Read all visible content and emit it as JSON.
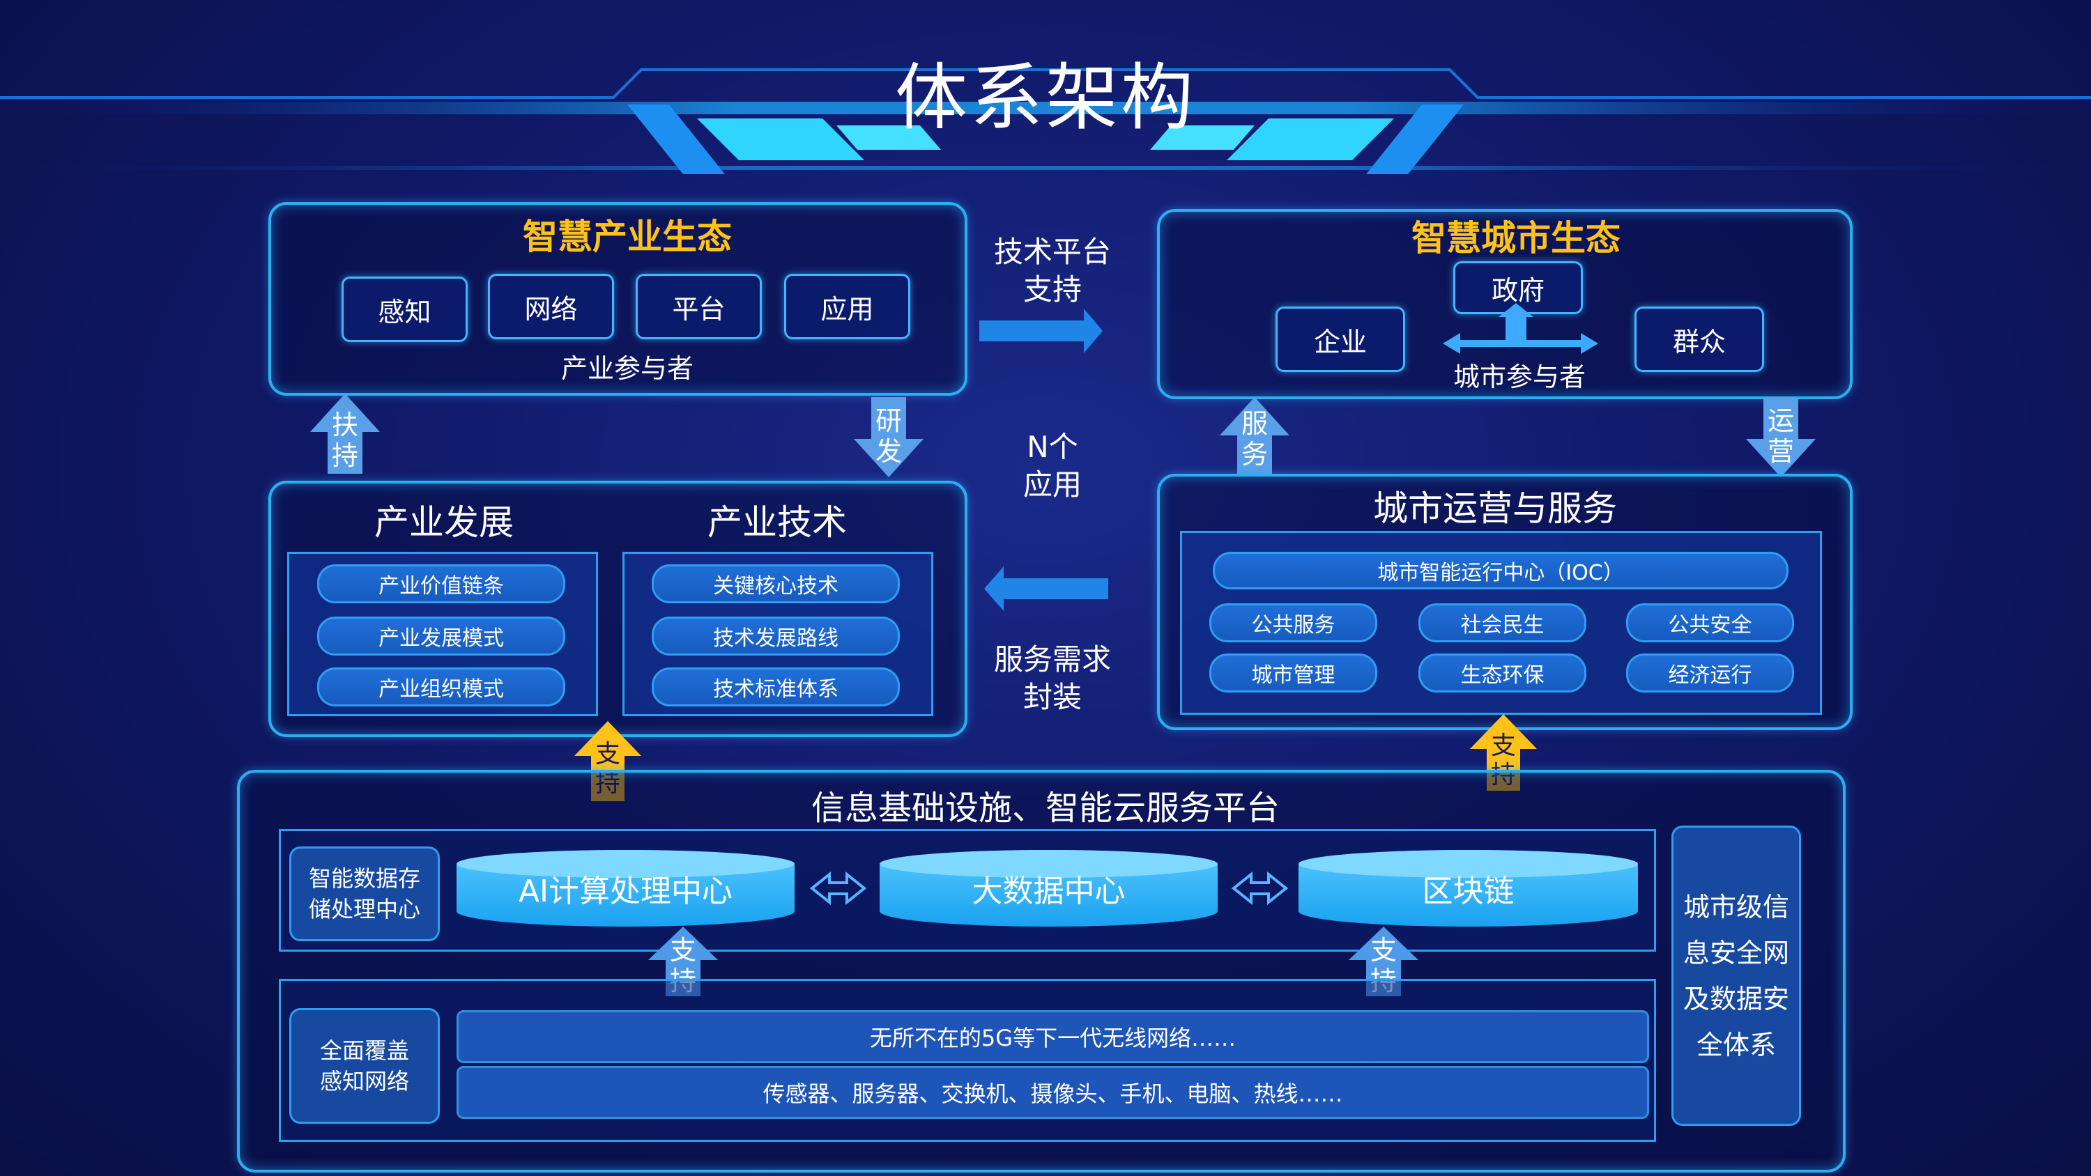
{
  "page_title": "体系架构",
  "industry_ecosystem": {
    "title": "智慧产业生态",
    "chips": [
      "感知",
      "网络",
      "平台",
      "应用"
    ],
    "caption": "产业参与者"
  },
  "city_ecosystem": {
    "title": "智慧城市生态",
    "government": "政府",
    "enterprise": "企业",
    "public": "群众",
    "caption": "城市参与者"
  },
  "middle_notes": {
    "tech_support": "技术平台\n支持",
    "n_apps": "N个\n应用",
    "service_demand": "服务需求\n封装"
  },
  "arrows": {
    "support_top_left": "扶\n持",
    "rd": "研\n发",
    "service": "服\n务",
    "operate": "运\n营",
    "support_left": "支\n持",
    "support_right": "支\n持",
    "support_ai": "支\n持",
    "support_chain": "支\n持"
  },
  "industry_block": {
    "dev_title": "产业发展",
    "tech_title": "产业技术",
    "dev_items": [
      "产业价值链条",
      "产业发展模式",
      "产业组织模式"
    ],
    "tech_items": [
      "关键核心技术",
      "技术发展路线",
      "技术标准体系"
    ]
  },
  "city_ops": {
    "title": "城市运营与服务",
    "ioc": "城市智能运行中心（IOC）",
    "cols": [
      [
        "公共服务",
        "城市管理"
      ],
      [
        "社会民生",
        "生态环保"
      ],
      [
        "公共安全",
        "经济运行"
      ]
    ]
  },
  "infra": {
    "title": "信息基础设施、智能云服务平台",
    "storage": "智能数据存\n储处理中心",
    "ai_center": "AI计算处理中心",
    "bigdata": "大数据中心",
    "blockchain": "区块链",
    "sensing": "全面覆盖\n感知网络",
    "row1": "无所不在的5G等下一代无线网络……",
    "row2": "传感器、服务器、交换机、摄像头、手机、电脑、热线……",
    "security": "城市级信\n息安全网\n及数据安\n全体系"
  },
  "colors": {
    "accent_yellow": "#ffc21a",
    "frame_blue": "#2ab0f0",
    "bg_dark": "#111a6a"
  }
}
